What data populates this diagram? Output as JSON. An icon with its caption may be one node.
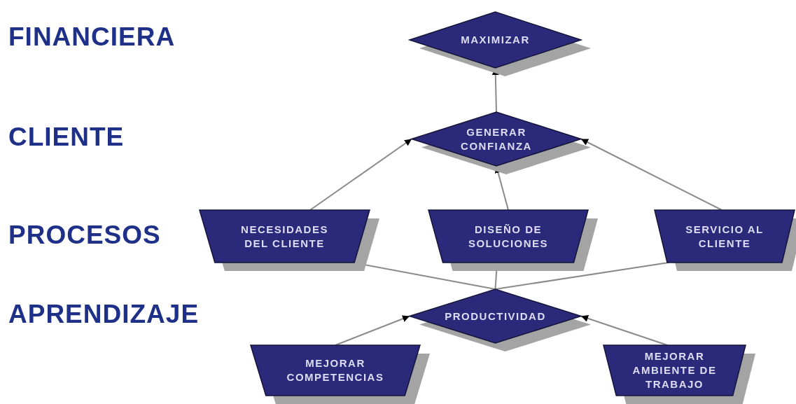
{
  "diagram": {
    "nodes": [
      {
        "text": [
          "MAXIMIZAR"
        ]
      },
      {
        "text": [
          "GENERAR CONFIANZA"
        ]
      },
      {
        "text": [
          "NECESIDADES DEL CLIENTE"
        ]
      },
      {
        "text": [
          "DISEÑO DE SOLUCIONES"
        ]
      },
      {
        "text": [
          "SERVICIO AL CLIENTE"
        ]
      },
      {
        "text": [
          "PRODUCTIVIDAD"
        ]
      },
      {
        "text": [
          "MEJORAR COMPETENCIAS"
        ]
      },
      {
        "text": [
          "MEJORAR AMBIENTE DE TRABAJO"
        ]
      }
    ],
    "edges": [
      {
        "from": 1,
        "to": 0,
        "arrow": "to"
      },
      {
        "from": 2,
        "to": 1,
        "arrow": "to"
      },
      {
        "from": 3,
        "to": 1,
        "arrow": "to"
      },
      {
        "from": 4,
        "to": 1,
        "arrow": "to"
      },
      {
        "from": 5,
        "to": 2,
        "arrow": "none"
      },
      {
        "from": 5,
        "to": 3,
        "arrow": "none"
      },
      {
        "from": 5,
        "to": 4,
        "arrow": "none"
      },
      {
        "from": 6,
        "to": 5,
        "arrow": "to"
      },
      {
        "from": 7,
        "to": 5,
        "arrow": "to"
      }
    ],
    "labels": [
      "FINANCIERA",
      "CLIENTE",
      "PROCESOS",
      "APRENDIZAJE"
    ]
  }
}
